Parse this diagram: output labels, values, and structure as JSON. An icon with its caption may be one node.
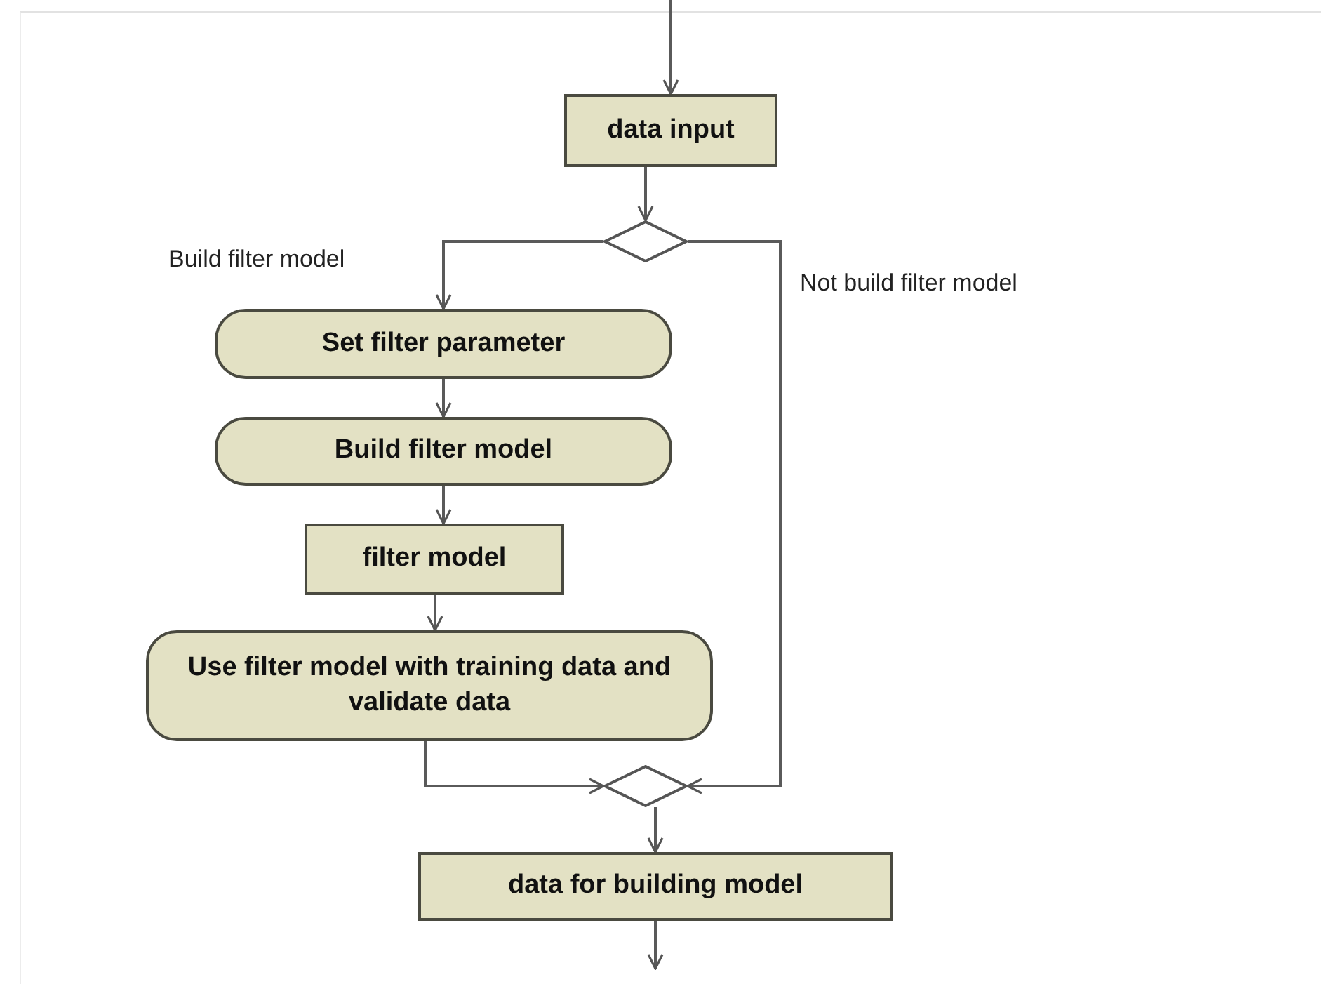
{
  "diagram": {
    "nodes": [
      {
        "text": [
          "data input"
        ]
      },
      {
        "text": [],
        "shape": "diamond"
      },
      {
        "text": [
          "Set filter parameter"
        ]
      },
      {
        "text": [
          "Build filter model"
        ]
      },
      {
        "text": [
          "filter model"
        ]
      },
      {
        "text": [
          "Use filter model with training data and validate data"
        ]
      },
      {
        "text": [],
        "shape": "diamond"
      },
      {
        "text": [
          "data for building model"
        ]
      }
    ],
    "edges": [
      {
        "from": null,
        "to": 0,
        "arrow": "to"
      },
      {
        "from": 0,
        "to": 1,
        "arrow": "to"
      },
      {
        "from": 1,
        "to": 2,
        "arrow": "to",
        "label": "Build filter model"
      },
      {
        "from": 1,
        "to": 6,
        "arrow": "to",
        "label": "Not build filter model"
      },
      {
        "from": 2,
        "to": 3,
        "arrow": "to"
      },
      {
        "from": 3,
        "to": 4,
        "arrow": "to"
      },
      {
        "from": 4,
        "to": 5,
        "arrow": "to"
      },
      {
        "from": 5,
        "to": 6,
        "arrow": "to"
      },
      {
        "from": 6,
        "to": 7,
        "arrow": "to"
      },
      {
        "from": 7,
        "to": null,
        "arrow": "to"
      }
    ]
  }
}
